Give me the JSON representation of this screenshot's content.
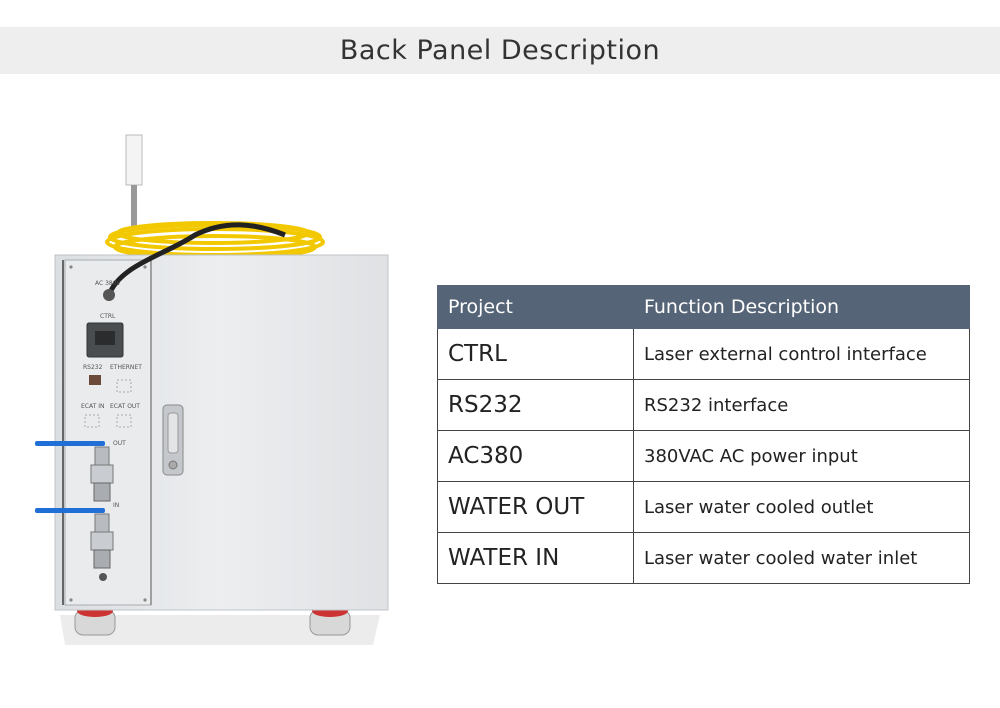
{
  "header": {
    "title": "Back Panel Description"
  },
  "product_image": {
    "panel_labels": {
      "ac380": "AC 380V",
      "ctrl": "CTRL",
      "rs232": "RS232",
      "ethernet": "ETHERNET",
      "ecat_in": "ECAT IN",
      "ecat_out": "ECAT OUT",
      "water_out": "OUT",
      "water_in": "IN"
    },
    "colors": {
      "cabinet": "#e6e8ea",
      "fiber_cable": "#f2c800",
      "valve_handle": "#1f6fd6"
    }
  },
  "table": {
    "columns": [
      "Project",
      "Function Description"
    ],
    "rows": [
      {
        "project": "CTRL",
        "description": "Laser external control interface"
      },
      {
        "project": "RS232",
        "description": "RS232 interface"
      },
      {
        "project": "AC380",
        "description": "380VAC AC power input"
      },
      {
        "project": "WATER OUT",
        "description": "Laser water cooled outlet"
      },
      {
        "project": "WATER IN",
        "description": "Laser water cooled water inlet"
      }
    ],
    "header_color": "#566478"
  }
}
